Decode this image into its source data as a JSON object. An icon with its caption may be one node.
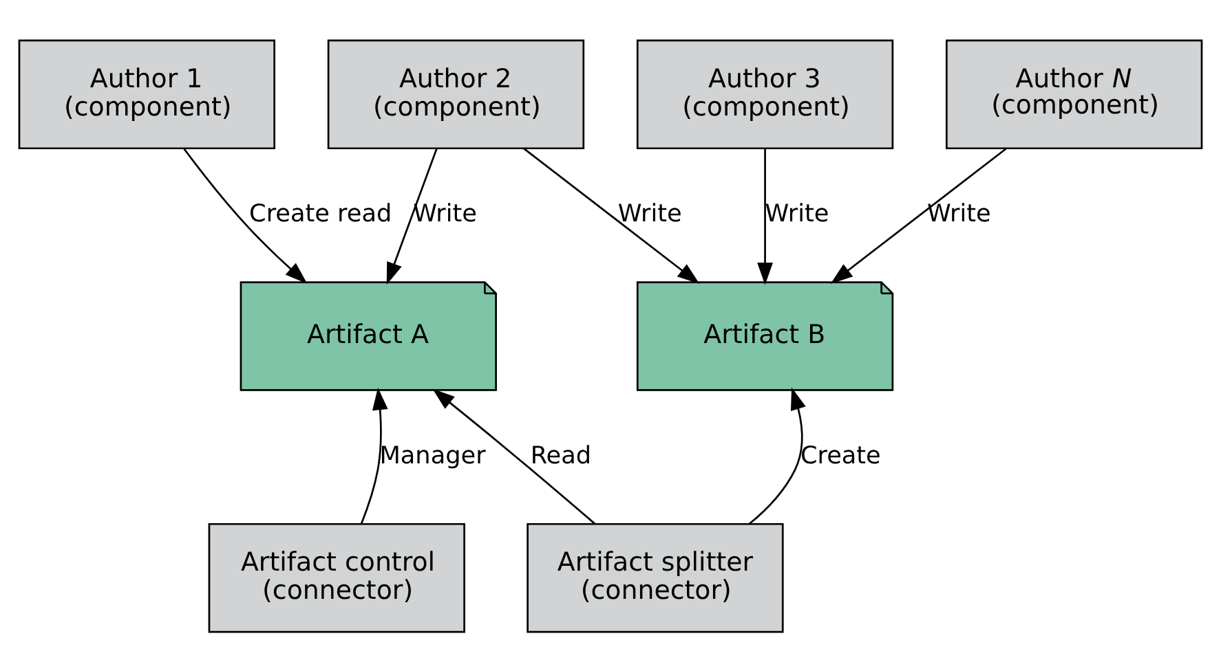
{
  "diagram": {
    "nodes": [
      {
        "text": [
          "Author 1 (component)"
        ]
      },
      {
        "text": [
          "Author 2 (component)"
        ]
      },
      {
        "text": [
          "Author 3 (component)"
        ]
      },
      {
        "text": [
          "Author *N* (component)"
        ]
      },
      {
        "text": [
          "Artifact A"
        ]
      },
      {
        "text": [
          "Artifact B"
        ]
      },
      {
        "text": [
          "Artifact control (connector)"
        ]
      },
      {
        "text": [
          "Artifact splitter (connector)"
        ]
      }
    ],
    "edges": [
      {
        "from": 0,
        "to": 4,
        "arrow": "to",
        "label": "Create read"
      },
      {
        "from": 1,
        "to": 4,
        "arrow": "to",
        "label": "Write"
      },
      {
        "from": 1,
        "to": 5,
        "arrow": "to",
        "label": "Write"
      },
      {
        "from": 2,
        "to": 5,
        "arrow": "to",
        "label": "Write"
      },
      {
        "from": 3,
        "to": 5,
        "arrow": "to",
        "label": "Write"
      },
      {
        "from": 6,
        "to": 4,
        "arrow": "to",
        "label": "Manager"
      },
      {
        "from": 7,
        "to": 4,
        "arrow": "to",
        "label": "Read"
      },
      {
        "from": 7,
        "to": 5,
        "arrow": "to",
        "label": "Create"
      }
    ]
  }
}
